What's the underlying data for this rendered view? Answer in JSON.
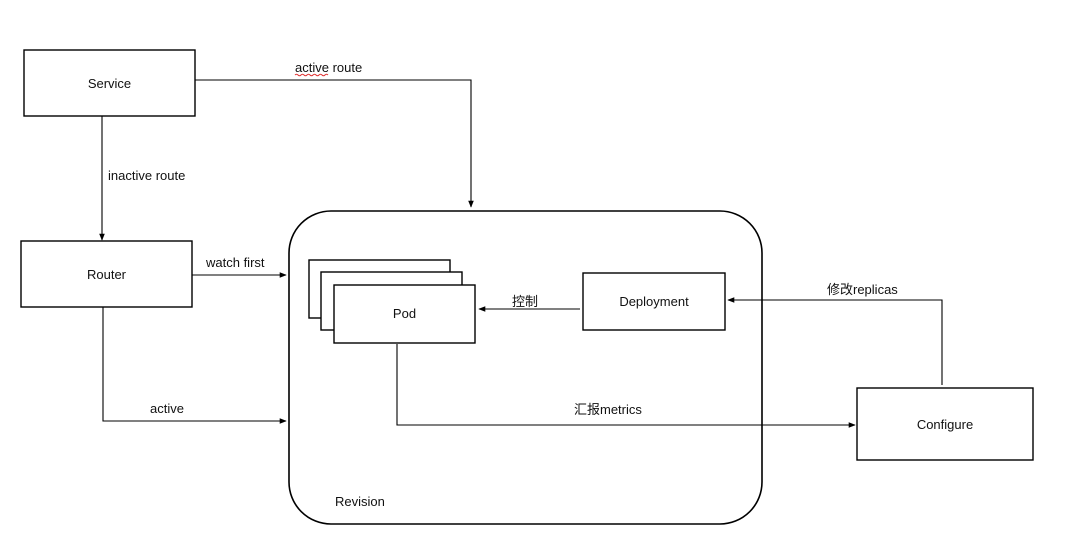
{
  "diagram": {
    "container": {
      "label": "Revision"
    },
    "nodes": {
      "service": {
        "label": "Service"
      },
      "router": {
        "label": "Router"
      },
      "pod": {
        "label": "Pod"
      },
      "deployment": {
        "label": "Deployment"
      },
      "configure": {
        "label": "Configure"
      }
    },
    "edges": {
      "service_revision": {
        "label": "active  route"
      },
      "service_router": {
        "label": "inactive  route"
      },
      "router_revision_watch": {
        "label": "watch first"
      },
      "router_revision_active": {
        "label": "active"
      },
      "deployment_pod": {
        "label": "控制"
      },
      "pod_configure": {
        "label": "汇报metrics"
      },
      "configure_deployment": {
        "label": "修改replicas"
      }
    }
  }
}
